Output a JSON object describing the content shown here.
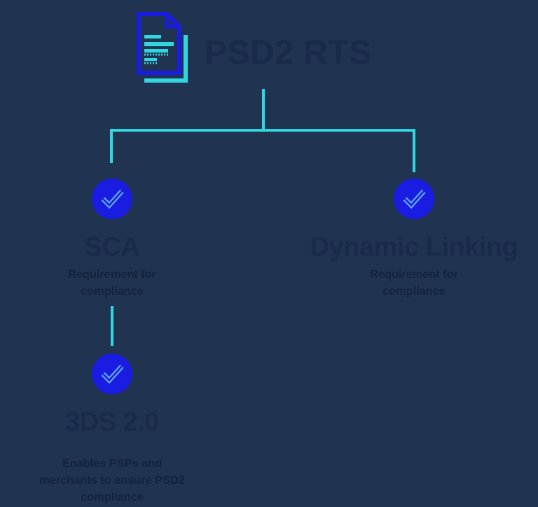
{
  "diagram": {
    "type": "tree",
    "background_color": "#203350",
    "colors": {
      "connector_cyan": "#31d6e0",
      "node_circle_blue": "#1b1ce2",
      "check_light_blue": "#5fa8f2",
      "heading_text": "#1a2a4b",
      "body_text": "#13233f"
    },
    "root": {
      "title": "PSD2 RTS",
      "icon": "document-icon"
    },
    "nodes": [
      {
        "id": "sca",
        "parent": "root",
        "icon": "check-icon",
        "title": "SCA",
        "description": "Requirement for compliance"
      },
      {
        "id": "dynamic-linking",
        "parent": "root",
        "icon": "check-icon",
        "title": "Dynamic Linking",
        "description": "Requirement for compliance"
      },
      {
        "id": "3ds-2-0",
        "parent": "sca",
        "icon": "check-icon",
        "title": "3DS 2.0",
        "description": "Enables PSPs and merchants to ensure PSD2 compliance"
      }
    ]
  }
}
